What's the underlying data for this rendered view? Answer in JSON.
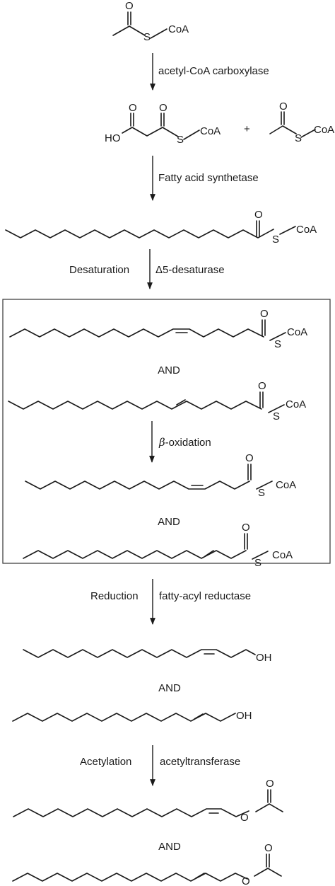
{
  "atoms": {
    "o": "O",
    "s": "S",
    "coa": "CoA",
    "ho": "HO",
    "oh": "OH",
    "plus": "+"
  },
  "steps": {
    "step1": {
      "enzyme": "acetyl-CoA carboxylase"
    },
    "step2": {
      "enzyme": "Fatty acid synthetase"
    },
    "step3": {
      "process": "Desaturation",
      "enzyme": "Δ5-desaturase"
    },
    "step4": {
      "symbol": "β",
      "process": "-oxidation"
    },
    "step5": {
      "process": "Reduction",
      "enzyme": "fatty-acyl reductase"
    },
    "step6": {
      "process": "Acetylation",
      "enzyme": "acetyltransferase"
    }
  },
  "and_label": "AND",
  "colors": {
    "ink": "#1a1a1a",
    "box": "#333333",
    "background": "#ffffff"
  }
}
